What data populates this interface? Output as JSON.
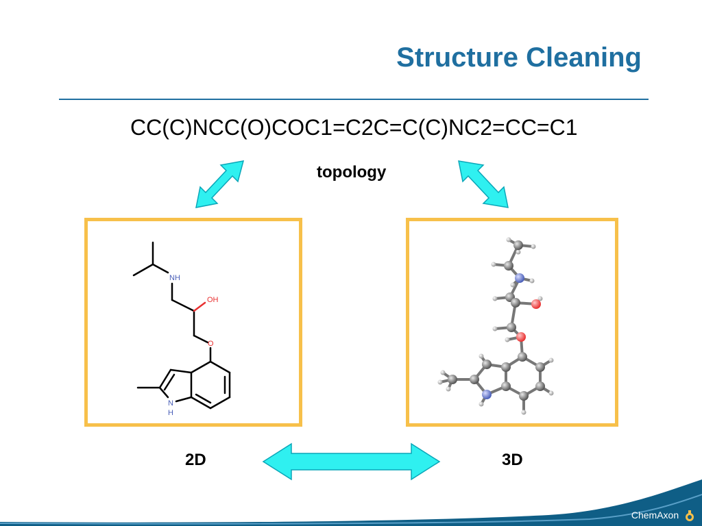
{
  "slide": {
    "title": "Structure Cleaning",
    "smiles": "CC(C)NCC(O)COC1=C2C=C(C)NC2=CC=C1",
    "topology_label": "topology",
    "label_2d": "2D",
    "label_3d": "3D"
  },
  "structure_2d": {
    "atom_labels": {
      "nh_amine": "NH",
      "oh": "OH",
      "o_ether": "O",
      "n_indole": "N",
      "h_indole": "H"
    }
  },
  "footer": {
    "brand": "ChemAxon"
  },
  "colors": {
    "title": "#1f6fa0",
    "arrow_fill": "#2ff0f0",
    "arrow_stroke": "#0aa6b8",
    "box_border": "#f7c04a",
    "oxygen": "#e83030",
    "nitrogen": "#4a5fb8",
    "footer_wave": "#0f5e86"
  }
}
